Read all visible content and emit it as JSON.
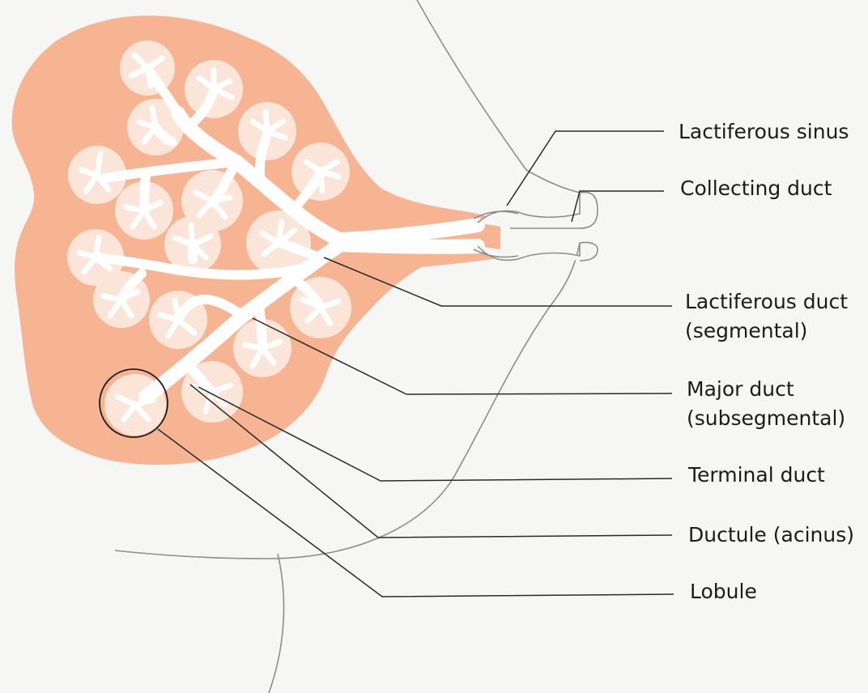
{
  "diagram": {
    "colors": {
      "tissue": "#f6b493",
      "lobule": "#fbe5d9",
      "duct": "#ffffff",
      "outline": "#8d8d8d",
      "leader": "#2a2a2a"
    },
    "labels": {
      "lactiferous_sinus": "Lactiferous sinus",
      "collecting_duct": "Collecting duct",
      "lactiferous_duct_l1": "Lactiferous duct",
      "lactiferous_duct_l2": "(segmental)",
      "major_duct_l1": "Major duct",
      "major_duct_l2": "(subsegmental)",
      "terminal_duct": "Terminal duct",
      "ductule": "Ductule (acinus)",
      "lobule": "Lobule"
    }
  }
}
